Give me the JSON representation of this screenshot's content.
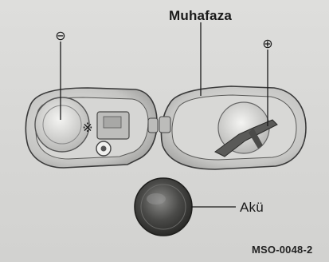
{
  "labels": {
    "housing": "Muhafaza",
    "battery": "Akü",
    "figure_code": "MSO-0048-2"
  },
  "symbols": {
    "negative": "⊖",
    "positive": "⊕",
    "contact_mark": "※"
  },
  "colors": {
    "background": "#d9d9d7",
    "ink": "#1a1a1a",
    "shell_fill": "#c8c8c6",
    "shell_outline": "#3a3a3a"
  }
}
